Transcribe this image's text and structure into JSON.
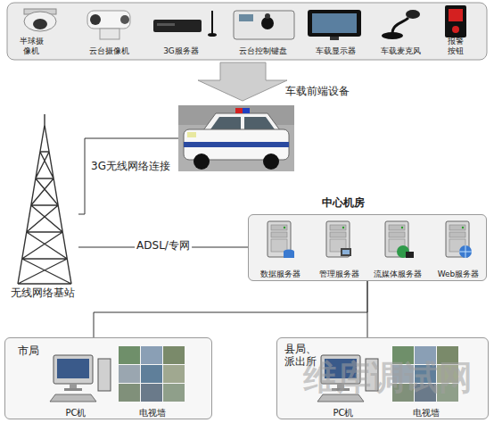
{
  "diagram": {
    "nodes": [
      {
        "text": [
          "半球摄 像机"
        ]
      },
      {
        "text": [
          "云台摄像机"
        ]
      },
      {
        "text": [
          "3G服务器"
        ]
      },
      {
        "text": [
          "云台控制键盘"
        ]
      },
      {
        "text": [
          "车载显示器"
        ]
      },
      {
        "text": [
          "车载麦克风"
        ]
      },
      {
        "text": [
          "报警 按钮"
        ]
      },
      {
        "text": [
          "车载前端设备"
        ]
      },
      {
        "text": [
          "无线网络基站"
        ]
      },
      {
        "text": [
          "中心机房"
        ]
      },
      {
        "text": [
          "数据服务器"
        ],
        "in": 9
      },
      {
        "text": [
          "管理服务器"
        ],
        "in": 9
      },
      {
        "text": [
          "流媒体服务器"
        ],
        "in": 9
      },
      {
        "text": [
          "Web服务器"
        ],
        "in": 9
      },
      {
        "text": [
          "市局"
        ]
      },
      {
        "text": [
          "PC机"
        ],
        "in": 14
      },
      {
        "text": [
          "电视墙"
        ],
        "in": 14
      },
      {
        "text": [
          "县局、 派出所"
        ]
      },
      {
        "text": [
          "PC机"
        ],
        "in": 17
      },
      {
        "text": [
          "电视墙"
        ],
        "in": 17
      }
    ],
    "edges": [
      {
        "from": 7,
        "to": 8,
        "arrow": "none",
        "label": "3G无线网络连接"
      },
      {
        "from": 8,
        "to": 9,
        "arrow": "none",
        "label": "ADSL/专网"
      },
      {
        "from": 9,
        "to": 14,
        "arrow": "none"
      },
      {
        "from": 9,
        "to": 17,
        "arrow": "none"
      }
    ],
    "labels": [
      "维库调试网"
    ]
  }
}
